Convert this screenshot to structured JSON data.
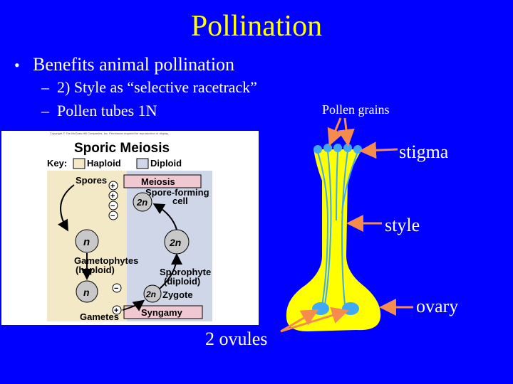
{
  "slide": {
    "title": "Pollination",
    "bullet": "Benefits animal pollination",
    "sub_items": [
      "2) Style as “selective racetrack”",
      "Pollen tubes 1N"
    ],
    "bullet_marker": "•",
    "sub_marker": "–"
  },
  "figure": {
    "copyright": "Copyright © The McGraw-Hill Companies, Inc. Permission required for reproduction or display.",
    "title": "Sporic Meiosis",
    "key_label": "Key:",
    "haploid": "Haploid",
    "diploid": "Diploid",
    "spores": "Spores",
    "meiosis": "Meiosis",
    "spore_forming": "Spore-forming",
    "cell": "cell",
    "n": "n",
    "two_n": "2n",
    "gametophytes": "Gametophytes",
    "haploid_paren": "(haploid)",
    "sporophyte": "Sporophyte",
    "diploid_paren": "(diploid)",
    "zygote": "Zygote",
    "gametes": "Gametes",
    "syngamy": "Syngamy",
    "plus": "+",
    "minus": "−",
    "colors": {
      "haploid_fill": "#f3e9c6",
      "diploid_fill": "#cfd6e8",
      "pink_box": "#f0c8d2",
      "circle_fill": "#c8c8c8"
    }
  },
  "flower": {
    "pollen_grains": "Pollen grains",
    "stigma": "stigma",
    "style": "style",
    "ovary": "ovary",
    "ovules": "2 ovules",
    "colors": {
      "pistil": "#ffff00",
      "tube": "#3fa9f5",
      "arrow": "#f58c4e"
    }
  }
}
